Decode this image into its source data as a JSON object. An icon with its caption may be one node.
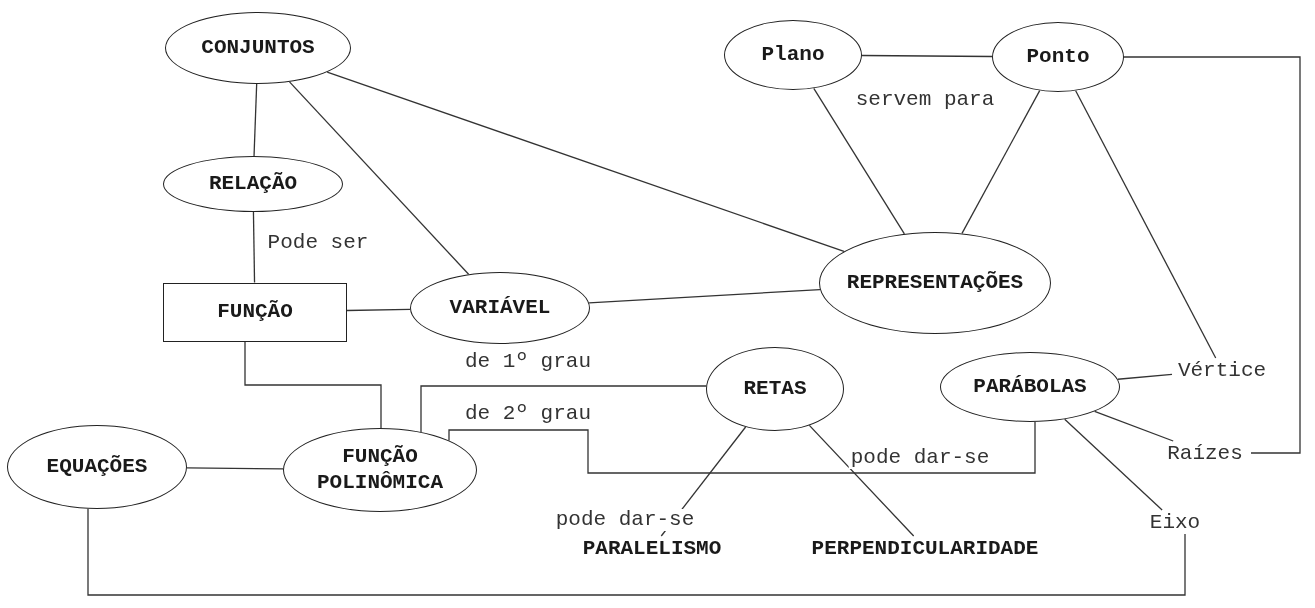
{
  "diagram": {
    "nodes": [
      {
        "text": [
          "CONJUNTOS"
        ]
      },
      {
        "text": [
          "Plano"
        ]
      },
      {
        "text": [
          "Ponto"
        ]
      },
      {
        "text": [
          "RELAÇÃO"
        ]
      },
      {
        "text": [
          "FUNÇÃO"
        ]
      },
      {
        "text": [
          "VARIÁVEL"
        ]
      },
      {
        "text": [
          "REPRESENTAÇÕES"
        ]
      },
      {
        "text": [
          "RETAS"
        ]
      },
      {
        "text": [
          "PARÁBOLAS"
        ]
      },
      {
        "text": [
          "Vértice"
        ]
      },
      {
        "text": [
          "EQUAÇÕES"
        ]
      },
      {
        "text": [
          "FUNÇÃO POLINÔMICA"
        ]
      },
      {
        "text": [
          "Raízes"
        ]
      },
      {
        "text": [
          "PARALELISMO"
        ]
      },
      {
        "text": [
          "PERPENDICULARIDADE"
        ]
      },
      {
        "text": [
          "Eixo"
        ]
      }
    ],
    "edges": [
      {
        "from": 0,
        "to": 3,
        "arrow": "none"
      },
      {
        "from": 3,
        "to": 4,
        "arrow": "none",
        "label": "Pode ser"
      },
      {
        "from": 0,
        "to": 5,
        "arrow": "none"
      },
      {
        "from": 0,
        "to": 6,
        "arrow": "none"
      },
      {
        "from": 1,
        "to": 2,
        "arrow": "none"
      },
      {
        "from": 1,
        "to": 6,
        "arrow": "none"
      },
      {
        "from": 2,
        "to": 6,
        "arrow": "none"
      },
      {
        "from": 2,
        "to": 9,
        "arrow": "none"
      },
      {
        "from": 2,
        "to": 12,
        "arrow": "none"
      },
      {
        "from": 4,
        "to": 5,
        "arrow": "none"
      },
      {
        "from": 5,
        "to": 6,
        "arrow": "none"
      },
      {
        "from": 4,
        "to": 11,
        "arrow": "none"
      },
      {
        "from": 11,
        "to": 7,
        "arrow": "none",
        "label": "de 1º grau"
      },
      {
        "from": 11,
        "to": 8,
        "arrow": "none",
        "label": "de 2º grau"
      },
      {
        "from": 10,
        "to": 11,
        "arrow": "none"
      },
      {
        "from": 8,
        "to": 9,
        "arrow": "none"
      },
      {
        "from": 8,
        "to": 12,
        "arrow": "none"
      },
      {
        "from": 8,
        "to": 15,
        "arrow": "none"
      },
      {
        "from": 7,
        "to": 13,
        "arrow": "none"
      },
      {
        "from": 7,
        "to": 14,
        "arrow": "none"
      },
      {
        "from": 10,
        "to": 15,
        "arrow": "none"
      }
    ],
    "labels": [
      "servem para",
      "pode dar-se",
      "pode dar-se"
    ]
  }
}
